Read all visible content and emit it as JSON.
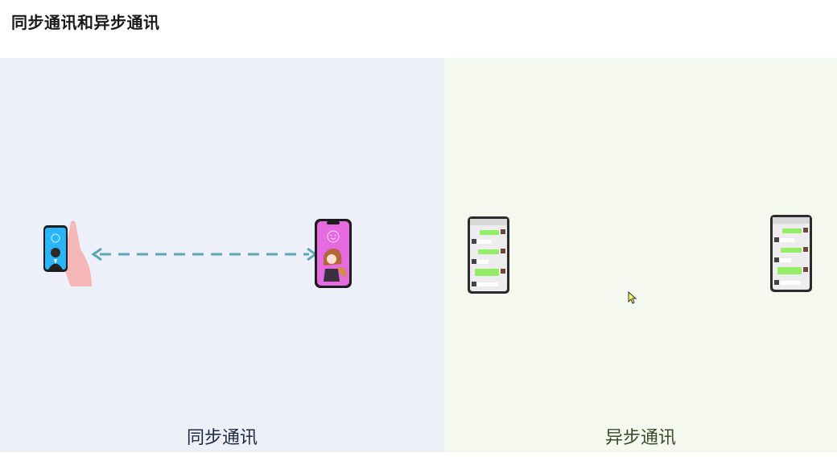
{
  "page_title": "同步通讯和异步通讯",
  "panels": {
    "sync": {
      "label": "同步通讯",
      "bg": "#edf0f8"
    },
    "async": {
      "label": "异步通讯",
      "bg": "#f5f8ef"
    }
  },
  "colors": {
    "arrow": "#5ea7b7",
    "chat_bubble_green": "#95ec69",
    "phone_frame": "#2b2b2b"
  },
  "icons": [
    "hand-holding-phone-icon",
    "video-call-phone-icon",
    "chat-phone-icon",
    "cursor-icon"
  ]
}
